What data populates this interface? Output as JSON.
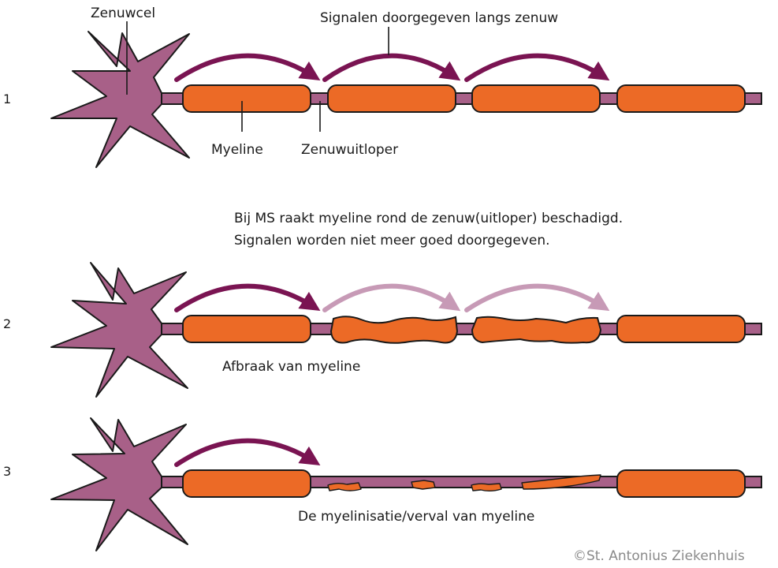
{
  "labels": {
    "cell": "Zenuwcel",
    "signals": "Signalen doorgegeven langs zenuw",
    "myelin": "Myeline",
    "axon": "Zenuwuitloper",
    "ms_line1": "Bij MS raakt myeline rond de zenuw(uitloper) beschadigd.",
    "ms_line2": "Signalen worden niet meer goed doorgegeven.",
    "breakdown": "Afbraak van myeline",
    "demyelination": "De myelinisatie/verval van myeline",
    "credit": "©St. Antonius Ziekenhuis"
  },
  "rows": [
    {
      "number": "1",
      "myelin_state": [
        "intact",
        "intact",
        "intact",
        "intact"
      ],
      "signal_arrows": [
        "strong",
        "strong",
        "strong"
      ]
    },
    {
      "number": "2",
      "myelin_state": [
        "intact",
        "damaged",
        "damaged",
        "intact"
      ],
      "signal_arrows": [
        "strong",
        "weak",
        "weak"
      ]
    },
    {
      "number": "3",
      "myelin_state": [
        "intact",
        "fragments",
        "fragments",
        "intact"
      ],
      "signal_arrows": [
        "strong"
      ]
    }
  ],
  "colors": {
    "neuron": "#a86088",
    "myelin": "#ec6a26",
    "arrow_strong": "#7a1452",
    "arrow_weak": "#c79ab6",
    "outline": "#1a1a1a"
  }
}
